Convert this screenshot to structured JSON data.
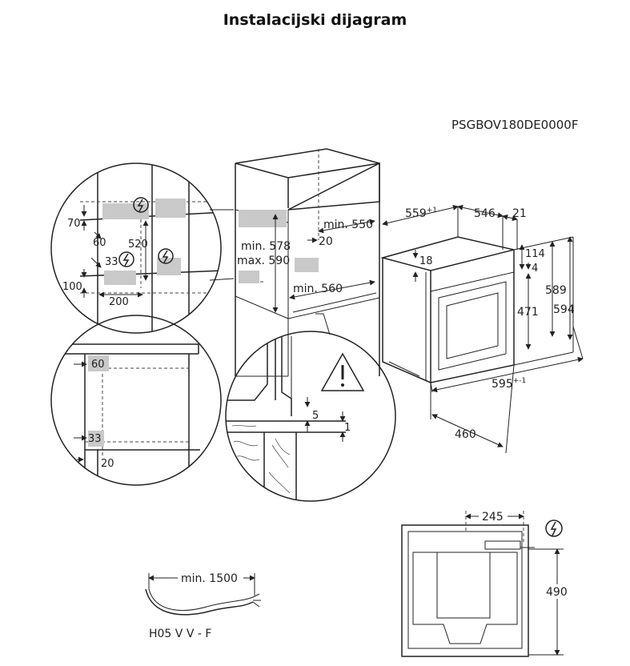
{
  "title": "Instalacijski dijagram",
  "model_code": "PSGBOV180DE0000F",
  "dimensions": {
    "cabinet_left_zoom": {
      "d70": "70",
      "d60": "60",
      "d520": "520",
      "d33": "33",
      "d100": "100",
      "d200": "200"
    },
    "cabinet_lower_zoom": {
      "d60": "60",
      "d33": "33",
      "d20": "20"
    },
    "niche": {
      "min550": "min. 550",
      "d20": "20",
      "min578": "min. 578",
      "max590": "max. 590",
      "min560": "min. 560"
    },
    "detail": {
      "d5": "5",
      "d1": "1"
    },
    "oven": {
      "d559": "559",
      "d559_sup": "+1",
      "d546": "546",
      "d21": "21",
      "d114": "114",
      "d4": "4",
      "d18": "18",
      "d471": "471",
      "d589": "589",
      "d594": "594",
      "d595": "595",
      "d595_sup": "+-1",
      "d460": "460"
    },
    "cable": {
      "length": "min. 1500",
      "type": "H05 V V - F"
    },
    "back": {
      "d245": "245",
      "d490": "490"
    }
  },
  "icons": [
    "electric-connection-icon",
    "warning-triangle-icon"
  ]
}
